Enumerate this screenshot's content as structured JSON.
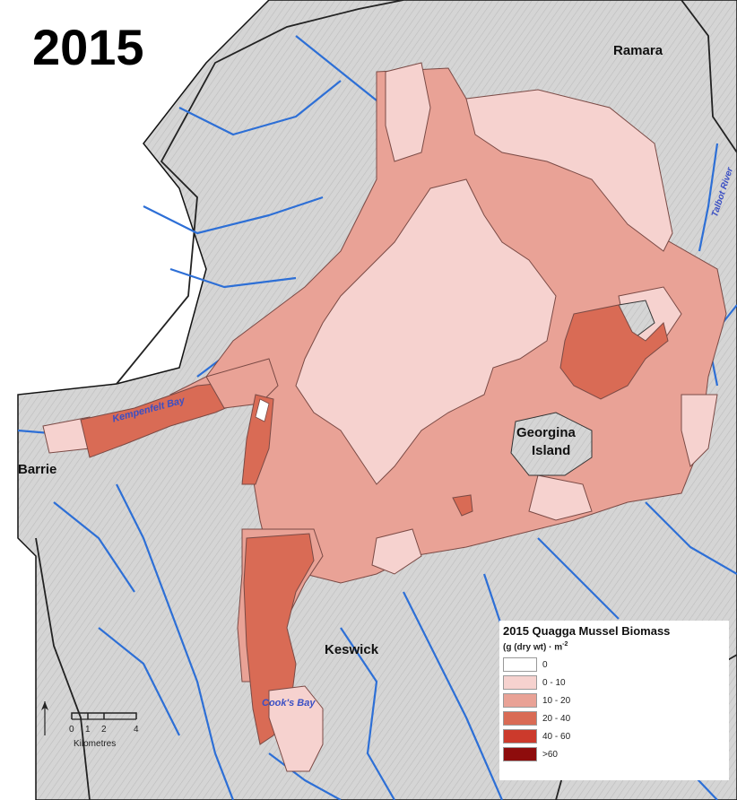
{
  "map": {
    "year_title": "2015",
    "place_labels": {
      "ramara": "Ramara",
      "barrie": "Barrie",
      "georgina_line1": "Georgina",
      "georgina_line2": "Island",
      "keswick": "Keswick"
    },
    "water_labels": {
      "kempenfelt": "Kempenfelt Bay",
      "cooks": "Cook's Bay",
      "talbot": "Talbot River"
    }
  },
  "legend": {
    "title": "2015 Quagga Mussel Biomass",
    "units_text": "(g (dry wt) · m",
    "units_exp": "-2",
    "classes": [
      {
        "label": "0",
        "color": "#ffffff"
      },
      {
        "label": "0 - 10",
        "color": "#f6d2cf"
      },
      {
        "label": "10 - 20",
        "color": "#e9a296"
      },
      {
        "label": "20 - 40",
        "color": "#d96b55"
      },
      {
        "label": "40 - 60",
        "color": "#cc3a2c"
      },
      {
        "label": ">60",
        "color": "#8e0c0c"
      }
    ]
  },
  "scale": {
    "ticks": [
      "0",
      "1",
      "2",
      "4"
    ],
    "unit": "Kilometres"
  },
  "colors": {
    "land": "#d4d4d4",
    "water_outside": "#ffffff",
    "river": "#2d6fd6",
    "class_0_10": "#f6d2cf",
    "class_10_20": "#e9a296",
    "class_20_40": "#d96b55"
  }
}
